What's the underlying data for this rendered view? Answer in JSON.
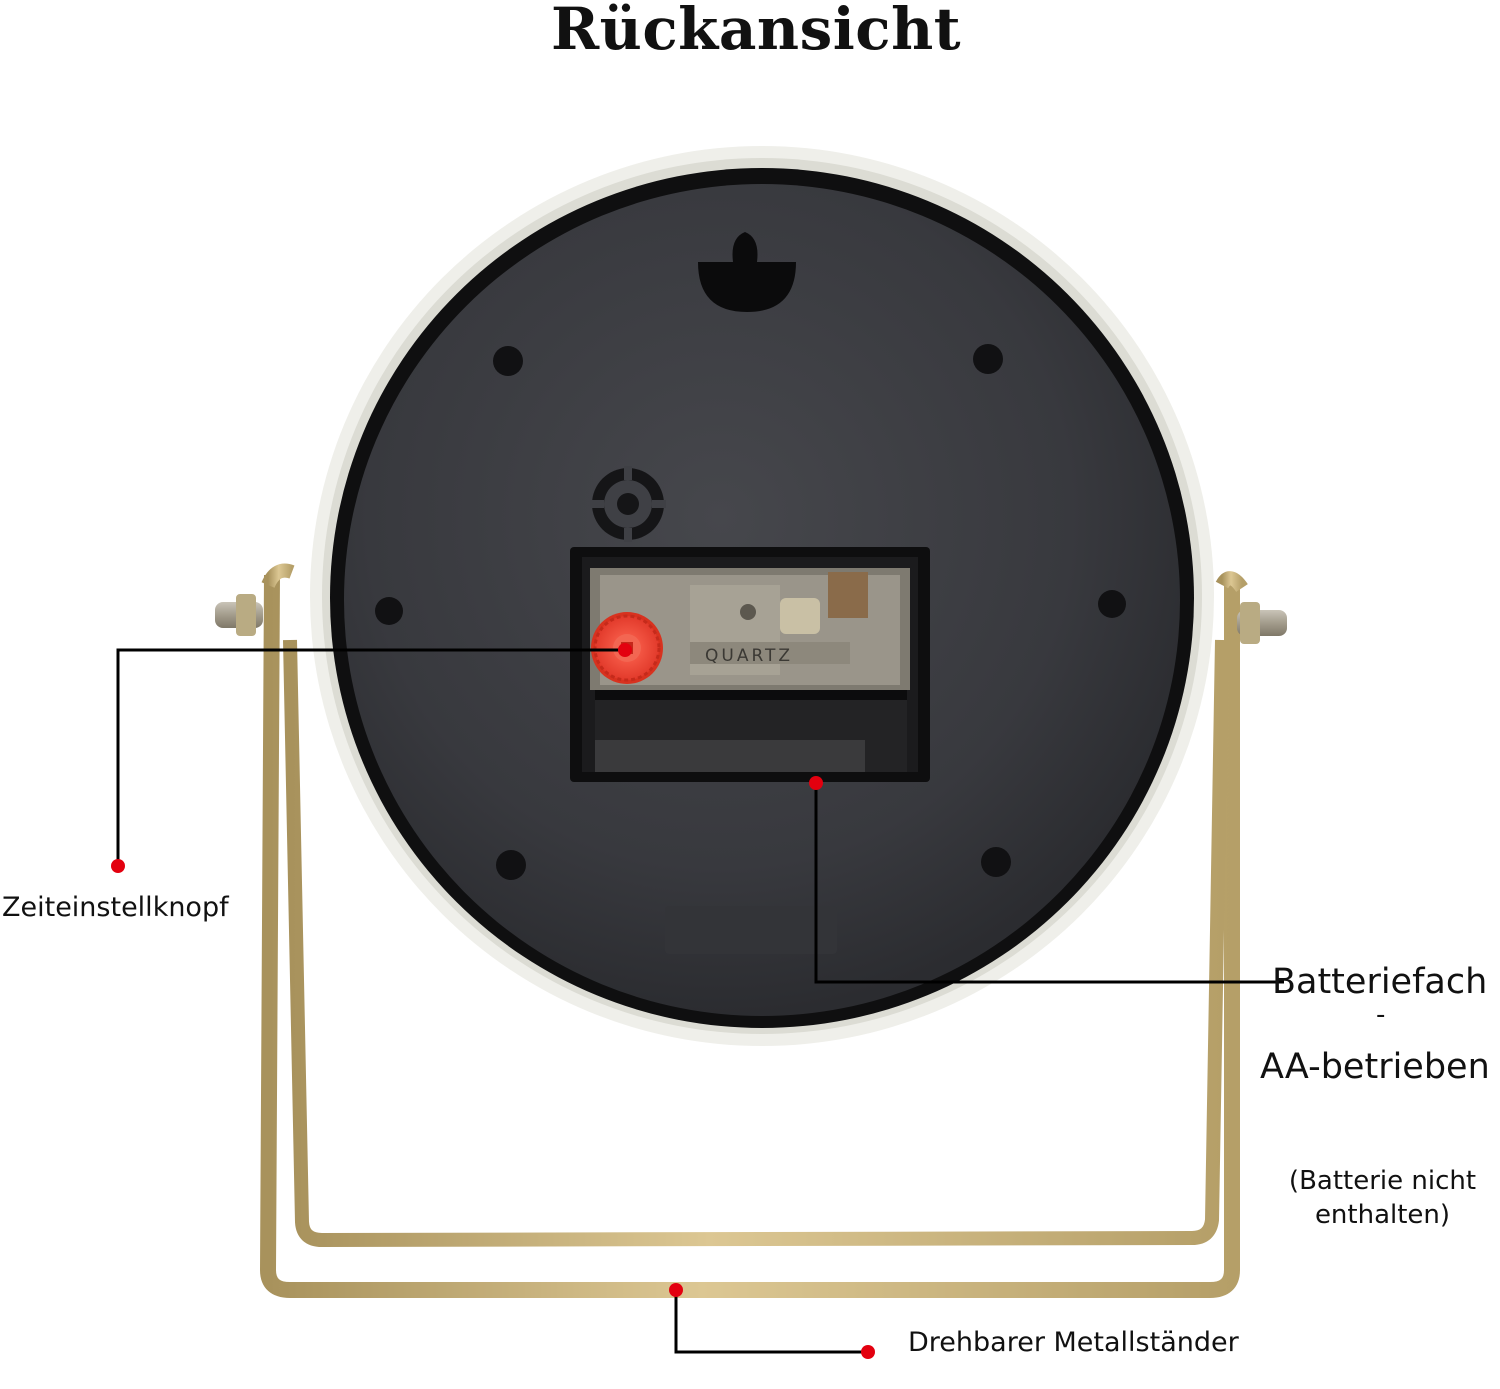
{
  "title": "Rückansicht",
  "callouts": {
    "time_knob": "Zeiteinstellknopf",
    "battery_line1": "Batteriefach",
    "battery_dash": "-",
    "battery_line2": "AA-betrieben",
    "battery_note": "(Batterie nicht enthalten)",
    "stand": "Drehbarer Metallständer"
  },
  "movement_text": "QUARTZ",
  "colors": {
    "marker": "#e3000f",
    "leader_line": "#000000",
    "clock_back": "#3c3d42",
    "clock_rim": "#efefea",
    "stand_gold": "#c8b27c",
    "knob": "#f04a3a"
  }
}
